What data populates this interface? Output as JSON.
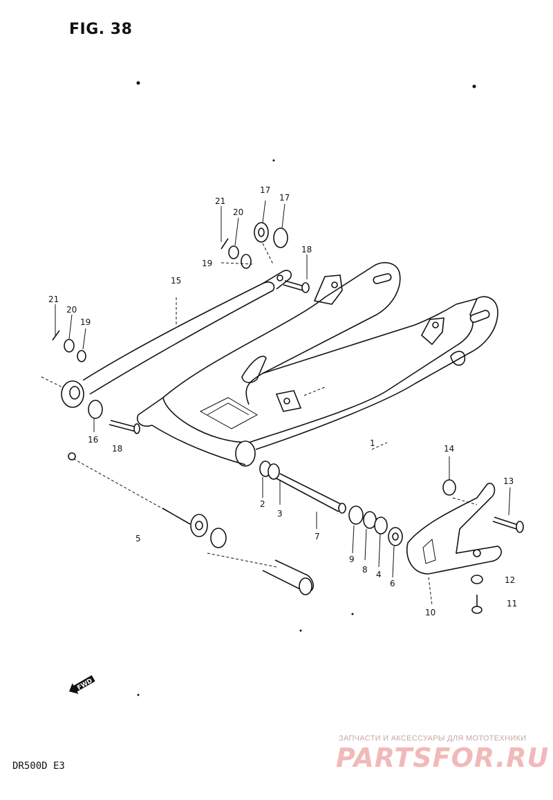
{
  "figure": {
    "title": "FIG. 38",
    "model": "DR500D  E3"
  },
  "watermark": {
    "tagline": "ЗАПЧАСТИ И АКСЕССУАРЫ ДЛЯ МОТОТЕХНИКИ",
    "brand": "PARTSFOR.RU"
  },
  "fwd_label": "FWD",
  "labels": {
    "p1": "1",
    "p2": "2",
    "p3": "3",
    "p4": "4",
    "p5": "5",
    "p6": "6",
    "p7": "7",
    "p8": "8",
    "p9": "9",
    "p10": "10",
    "p11": "11",
    "p12": "12",
    "p13": "13",
    "p14": "14",
    "p15": "15",
    "p16": "16",
    "p17a": "17",
    "p17b": "17",
    "p18a": "18",
    "p18b": "18",
    "p19a": "19",
    "p19b": "19",
    "p20a": "20",
    "p20b": "20",
    "p21a": "21",
    "p21b": "21"
  }
}
